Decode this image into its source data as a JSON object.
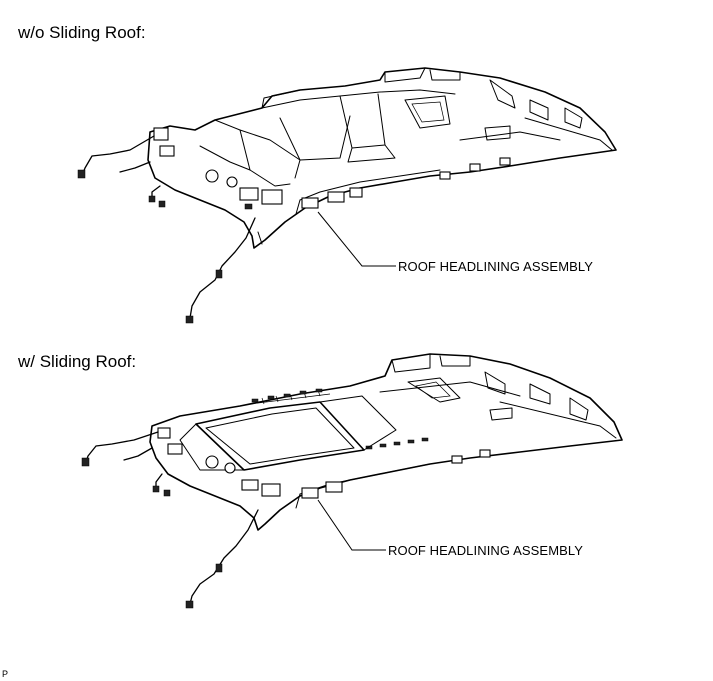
{
  "sections": [
    {
      "title": "w/o Sliding Roof:",
      "callout": "ROOF HEADLINING ASSEMBLY"
    },
    {
      "title": "w/ Sliding Roof:",
      "callout": "ROOF HEADLINING ASSEMBLY"
    }
  ],
  "figure_code": "P"
}
